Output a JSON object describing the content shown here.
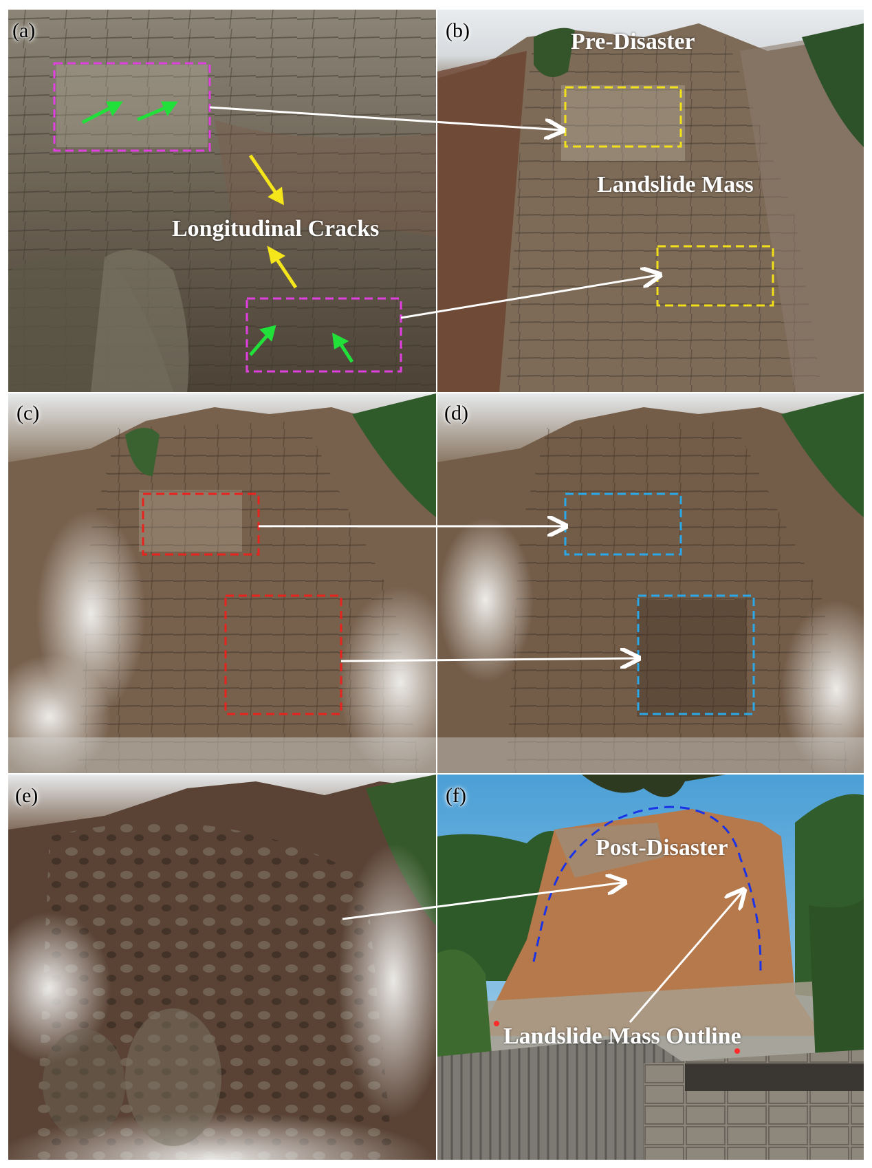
{
  "panels": [
    {
      "id": "a",
      "label": "(a)"
    },
    {
      "id": "b",
      "label": "(b)"
    },
    {
      "id": "c",
      "label": "(c)"
    },
    {
      "id": "d",
      "label": "(d)"
    },
    {
      "id": "e",
      "label": "(e)"
    },
    {
      "id": "f",
      "label": "(f)"
    }
  ],
  "annotations": {
    "longitudinal_cracks": "Longitudinal Cracks",
    "pre_disaster": "Pre-Disaster",
    "landslide_mass": "Landslide Mass",
    "post_disaster": "Post-Disaster",
    "landslide_mass_outline": "Landslide Mass Outline"
  },
  "colors": {
    "magenta_box": "#e040e0",
    "yellow_box": "#f2e01a",
    "red_box": "#e8231e",
    "blue_box": "#2aa8e8",
    "outline_dash": "#1a33e6",
    "green_arrow": "#22e03a",
    "yellow_arrow": "#f5e61c",
    "link_arrow": "#ffffff"
  }
}
